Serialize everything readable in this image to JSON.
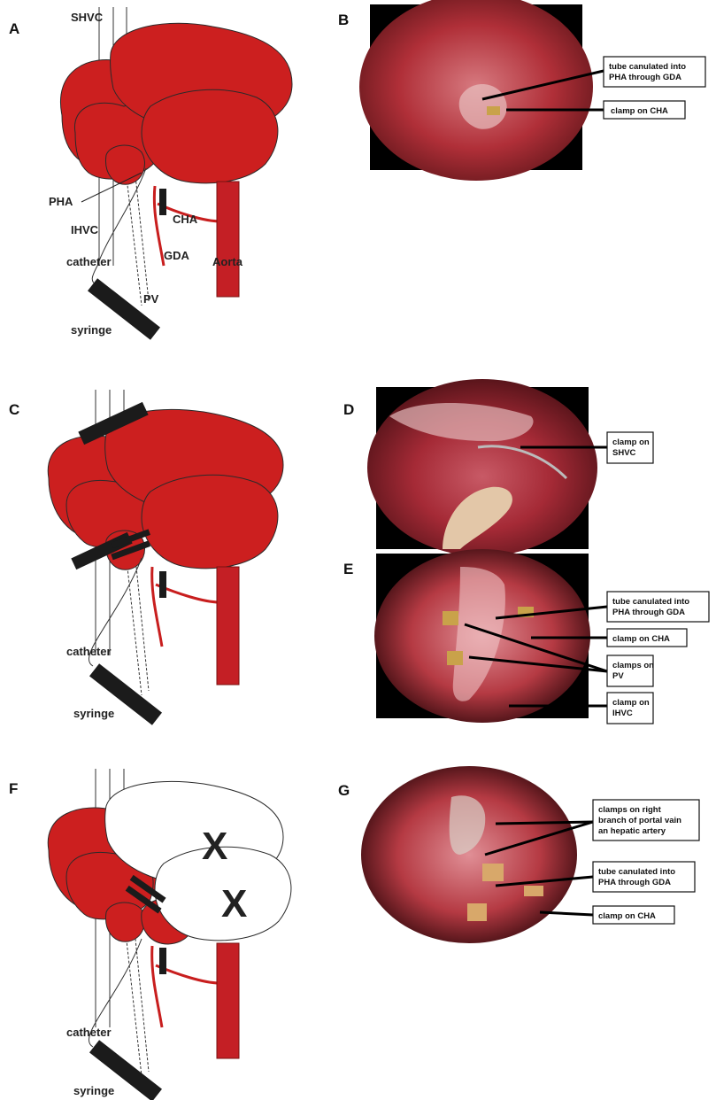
{
  "colors": {
    "liver": "#cc1f1f",
    "aorta": "#c41f25",
    "clamp": "#1b1b1b",
    "photo_tissue": "#b4303a"
  },
  "panels": {
    "A": {
      "letter": "A",
      "labels": {
        "shvc": "SHVC",
        "pha": "PHA",
        "ihvc": "IHVC",
        "cha": "CHA",
        "catheter": "catheter",
        "gda": "GDA",
        "aorta": "Aorta",
        "pv": "PV",
        "syringe": "syringe"
      }
    },
    "B": {
      "letter": "B",
      "callouts": [
        "tube canulated into\nPHA through GDA",
        "clamp on CHA"
      ]
    },
    "C": {
      "letter": "C",
      "labels": {
        "catheter": "catheter",
        "syringe": "syringe"
      }
    },
    "D": {
      "letter": "D",
      "callouts": [
        "clamp on\nSHVC"
      ]
    },
    "E": {
      "letter": "E",
      "callouts": [
        "tube canulated into\nPHA through GDA",
        "clamp on CHA",
        "clamps on\nPV",
        "clamp on\nIHVC"
      ]
    },
    "F": {
      "letter": "F",
      "labels": {
        "catheter": "catheter",
        "syringe": "syringe",
        "x_mark": "X"
      }
    },
    "G": {
      "letter": "G",
      "callouts": [
        "clamps on right\nbranch of portal vain\nan hepatic artery",
        "tube canulated into\nPHA through GDA",
        "clamp on CHA"
      ]
    }
  }
}
